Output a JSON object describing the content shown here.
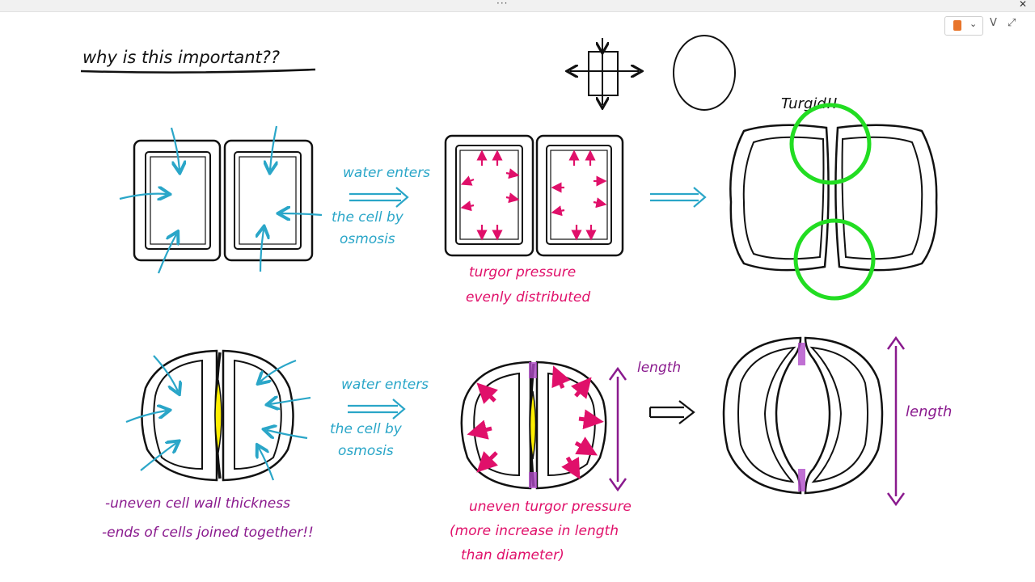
{
  "window": {
    "menu_dots": "···",
    "close_glyph": "✕",
    "tool_chevron": "⌄",
    "tool_pen_glyph": "V",
    "tool_expand_glyph": "⤢"
  },
  "heading": "why is this important??",
  "labels": {
    "water_enters_top": "water enters",
    "cell_by_top": "the cell by",
    "osmosis_top": "osmosis",
    "turgor_line1": "turgor pressure",
    "turgor_line2": "evenly distributed",
    "turgid": "Turgid!!",
    "water_enters_bottom": "water enters",
    "cell_by_bottom": "the cell by",
    "osmosis_bottom": "osmosis",
    "length_mid": "length",
    "length_right": "length",
    "note1": "-uneven cell wall thickness",
    "note2": "-ends of cells joined together!!",
    "uneven_line1": "uneven turgor pressure",
    "uneven_line2": "(more increase in length",
    "uneven_line3": "than diameter)"
  },
  "colors": {
    "ink": "#111111",
    "water": "#2aa6c8",
    "pressure": "#e0106a",
    "purple": "#8a1a8e",
    "highlight": "#22dd22",
    "yellow": "#ffee00"
  }
}
